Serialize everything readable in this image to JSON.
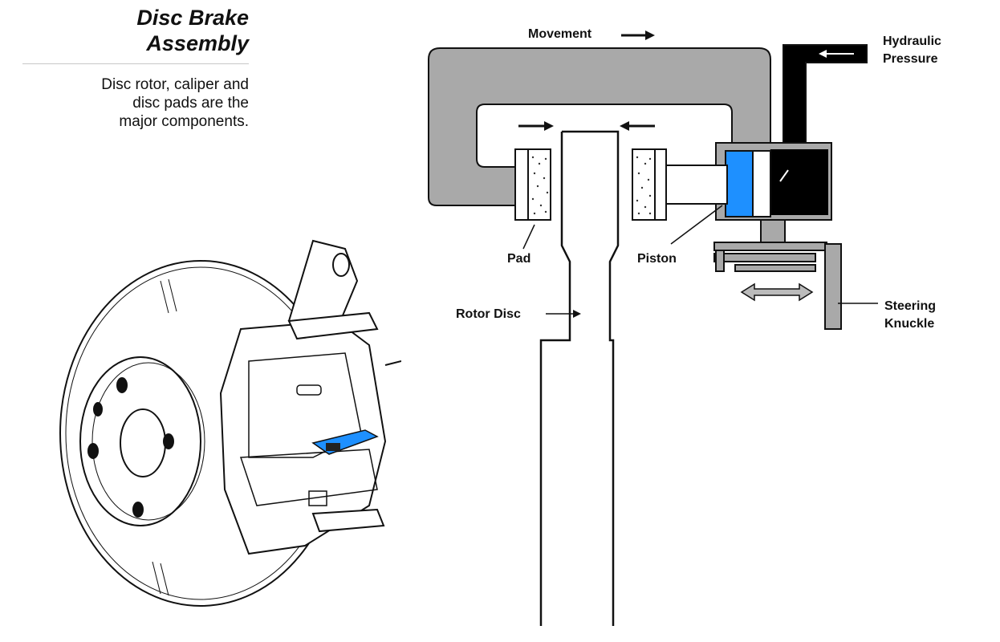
{
  "sidebar": {
    "title_line1": "Disc Brake",
    "title_line2": "Assembly",
    "caption_line1": "Disc rotor, caliper and",
    "caption_line2": "disc pads are the",
    "caption_line3": "major components."
  },
  "diagram": {
    "labels": {
      "movement": "Movement",
      "hydraulic_line1": "Hydraulic",
      "hydraulic_line2": "Pressure",
      "pad": "Pad",
      "piston": "Piston",
      "rotor_disc": "Rotor Disc",
      "steering_line1": "Steering",
      "steering_line2": "Knuckle"
    },
    "colors": {
      "caliper": "#a9a9a9",
      "piston_blue": "#1e90ff",
      "fluid": "#000000",
      "outline": "#111111"
    }
  }
}
